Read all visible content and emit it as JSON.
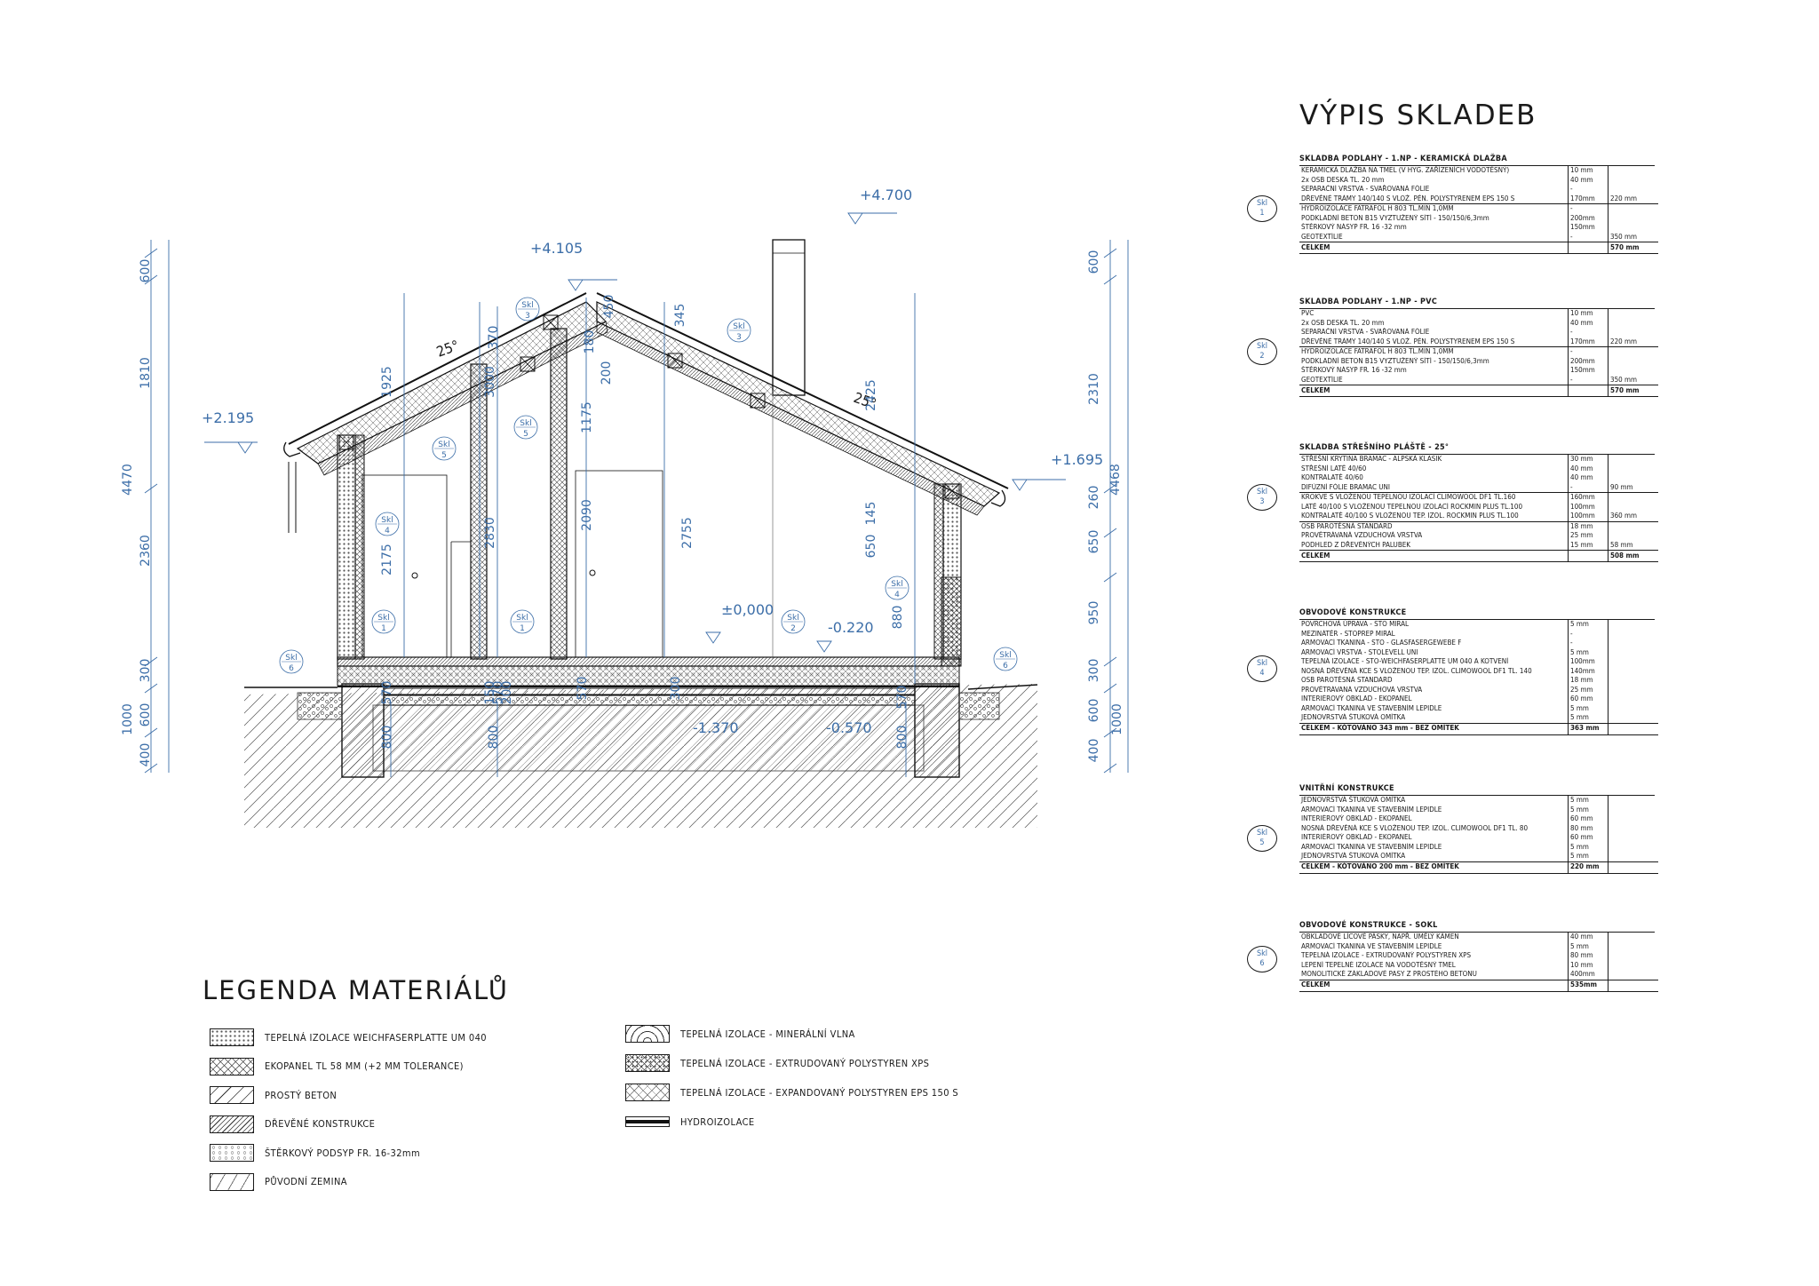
{
  "table": {
    "title": "VÝPIS SKLADEB",
    "sections": [
      {
        "id": "Skl 1",
        "badge": [
          "Skl",
          "1"
        ],
        "title": "SKLADBA PODLAHY - 1.NP - KERAMICKÁ DLAŽBA",
        "rows": [
          {
            "name": "KERAMICKÁ DLAŽBA NA TMEL (V HYG. ZAŘÍZENÍCH VODOTĚSNÝ)",
            "thk": "10 mm",
            "grp": ""
          },
          {
            "name": "2x OSB DESKA TL. 20 mm",
            "thk": "40 mm",
            "grp": ""
          },
          {
            "name": "SEPARAČNÍ VRSTVA - SVAŘOVANÁ FÓLIE",
            "thk": "-",
            "grp": ""
          },
          {
            "name": "DŘEVĚNÉ TRÁMY 140/140 S VLOŽ. PĚN. POLYSTYRENEM EPS 150 S",
            "thk": "170mm",
            "grp": "220 mm",
            "line": true
          },
          {
            "name": "HYDROIZOLACE FATRAFOL H 803  TL.MIN 1,0MM",
            "thk": "-",
            "grp": ""
          },
          {
            "name": "PODKLADNÍ BETON B15 VYZTUŽENÝ SÍTÍ - 150/150/6,3mm",
            "thk": "200mm",
            "grp": ""
          },
          {
            "name": "ŠTĚRKOVÝ NÁSYP FR. 16 -32 mm",
            "thk": "150mm",
            "grp": ""
          },
          {
            "name": "GEOTEXTÍLIE",
            "thk": "-",
            "grp": "350 mm"
          }
        ],
        "total_label": "CELKEM",
        "total": "570 mm"
      },
      {
        "id": "Skl 2",
        "badge": [
          "Skl",
          "2"
        ],
        "title": "SKLADBA PODLAHY - 1.NP - PVC",
        "rows": [
          {
            "name": "PVC",
            "thk": "10 mm",
            "grp": ""
          },
          {
            "name": "2x OSB DESKA TL. 20 mm",
            "thk": "40 mm",
            "grp": ""
          },
          {
            "name": "SEPARAČNÍ VRSTVA - SVAŘOVANÁ FÓLIE",
            "thk": "-",
            "grp": ""
          },
          {
            "name": "DŘEVĚNÉ TRÁMY 140/140 S VLOŽ. PĚN. POLYSTYRENEM EPS 150 S",
            "thk": "170mm",
            "grp": "220 mm",
            "line": true
          },
          {
            "name": "HYDROIZOLACE FATRAFOL H 803  TL.MIN 1,0MM",
            "thk": "-",
            "grp": ""
          },
          {
            "name": "PODKLADNÍ BETON B15 VYZTUŽENÝ SÍTÍ - 150/150/6,3mm",
            "thk": "200mm",
            "grp": ""
          },
          {
            "name": "ŠTĚRKOVÝ NÁSYP FR. 16 -32 mm",
            "thk": "150mm",
            "grp": ""
          },
          {
            "name": "GEOTEXTÍLIE",
            "thk": "-",
            "grp": "350 mm"
          }
        ],
        "total_label": "CELKEM",
        "total": "570 mm"
      },
      {
        "id": "Skl 3",
        "badge": [
          "Skl",
          "3"
        ],
        "title": "SKLADBA STŘEŠNÍHO PLÁŠTĚ - 25°",
        "rows": [
          {
            "name": "STŘEŠNÍ KRYTINA BRAMAC - ALPSKÁ KLASIK",
            "thk": "30 mm",
            "grp": ""
          },
          {
            "name": "STŘEŠNÍ LATĚ 40/60",
            "thk": "40 mm",
            "grp": ""
          },
          {
            "name": "KONTRALATĚ 40/60",
            "thk": "40 mm",
            "grp": ""
          },
          {
            "name": "DIFÚZNÍ FÓLIE BRAMAC UNI",
            "thk": "-",
            "grp": "90 mm",
            "line": true
          },
          {
            "name": "KROKVE S VLOŽENOU TEPELNOU IZOLACÍ CLIMOWOOL DF1 TL.160",
            "thk": "160mm",
            "grp": ""
          },
          {
            "name": "LATĚ 40/100 S VLOŽENOU TEPELNOU IZOLACÍ ROCKMIN PLUS TL.100",
            "thk": "100mm",
            "grp": ""
          },
          {
            "name": "KONTRALATĚ 40/100 S VLOŽENOU TEP. IZOL. ROCKMIN PLUS TL.100",
            "thk": "100mm",
            "grp": "360 mm",
            "line": true
          },
          {
            "name": "OSB PAROTĚSNÁ STANDARD",
            "thk": "18 mm",
            "grp": ""
          },
          {
            "name": "PROVĚTRÁVANÁ VZDUCHOVÁ VRSTVA",
            "thk": "25 mm",
            "grp": ""
          },
          {
            "name": "PODHLED Z DŘEVĚNÝCH PALUBEK",
            "thk": "15 mm",
            "grp": "58 mm"
          }
        ],
        "total_label": "CELKEM",
        "total": "508 mm"
      },
      {
        "id": "Skl 4",
        "badge": [
          "Skl",
          "4"
        ],
        "title": "OBVODOVÉ KONSTRUKCE",
        "rows": [
          {
            "name": "POVRCHOVÁ ÚPRAVA - STO MIRAL",
            "thk": "5  mm",
            "grp": ""
          },
          {
            "name": "MEZINÁTĚR - STOPREP MIRAL",
            "thk": "-",
            "grp": ""
          },
          {
            "name": "ARMOVACÍ TKANINA - STO - GLASFASERGEWEBE F",
            "thk": "-",
            "grp": ""
          },
          {
            "name": "ARMOVACÍ VRSTVA - STOLEVELL UNI",
            "thk": "5  mm",
            "grp": ""
          },
          {
            "name": "TEPELNÁ IZOLACE - STO-WEICHFASERPLATTE UM 040 A KOTVENÍ",
            "thk": "100mm",
            "grp": ""
          },
          {
            "name": "NOSNÁ DŘEVĚNÁ KCE S VLOŽENOU TEP. IZOL. CLIMOWOOL DF1 TL. 140",
            "thk": "140mm",
            "grp": ""
          },
          {
            "name": "OSB PAROTĚSNÁ STANDARD",
            "thk": "18 mm",
            "grp": ""
          },
          {
            "name": "PROVĚTRÁVANÁ VZDUCHOVÁ VRSTVA",
            "thk": "25 mm",
            "grp": ""
          },
          {
            "name": "INTERIÉROVÝ OBKLAD - EKOPANEL",
            "thk": "60 mm",
            "grp": ""
          },
          {
            "name": "ARMOVACÍ TKANINA VE STAVEBNÍM LEPIDLE",
            "thk": "5  mm",
            "grp": ""
          },
          {
            "name": "JEDNOVRSTVÁ ŠTUKOVÁ OMÍTKA",
            "thk": "5  mm",
            "grp": ""
          }
        ],
        "total_label": "CELKEM  - KÓTOVÁNO 343 mm - BEZ OMÍTEK",
        "total": "363 mm"
      },
      {
        "id": "Skl 5",
        "badge": [
          "Skl",
          "5"
        ],
        "title": "VNITŘNÍ KONSTRUKCE",
        "rows": [
          {
            "name": "JEDNOVRSTVÁ ŠTUKOVÁ OMÍTKA",
            "thk": "5  mm",
            "grp": ""
          },
          {
            "name": "ARMOVACÍ TKANINA VE STAVEBNÍM LEPIDLE",
            "thk": "5  mm",
            "grp": ""
          },
          {
            "name": "INTERIÉROVÝ OBKLAD - EKOPANEL",
            "thk": "60 mm",
            "grp": ""
          },
          {
            "name": "NOSNÁ DŘEVĚNÁ KCE S VLOŽENOU TEP. IZOL. CLIMOWOOL DF1 TL. 80",
            "thk": "80 mm",
            "grp": ""
          },
          {
            "name": "INTERIÉROVÝ OBKLAD - EKOPANEL",
            "thk": "60 mm",
            "grp": ""
          },
          {
            "name": "ARMOVACÍ TKANINA VE STAVEBNÍM LEPIDLE",
            "thk": "5  mm",
            "grp": ""
          },
          {
            "name": "JEDNOVRSTVÁ ŠTUKOVÁ OMÍTKA",
            "thk": "5  mm",
            "grp": ""
          }
        ],
        "total_label": "CELKEM  - KÓTOVÁNO 200 mm - BEZ OMÍTEK",
        "total": "220 mm"
      },
      {
        "id": "Skl 6",
        "badge": [
          "Skl",
          "6"
        ],
        "title": "OBVODOVÉ KONSTRUKCE - SOKL",
        "rows": [
          {
            "name": "OBKLADOVÉ LÍCOVÉ PÁSKY, NAPŘ. UMĚLÝ KÁMEN",
            "thk": "40 mm",
            "grp": ""
          },
          {
            "name": "ARMOVACÍ TKANINA VE STAVEBNÍM LEPIDLE",
            "thk": "5  mm",
            "grp": ""
          },
          {
            "name": "TEPELNÁ IZOLACE - EXTRUDOVANÝ POLYSTYREN XPS",
            "thk": "80 mm",
            "grp": ""
          },
          {
            "name": "LEPENÍ TEPELNÉ IZOLACE NA VODOTĚSNÝ TMEL",
            "thk": "10 mm",
            "grp": ""
          },
          {
            "name": "MONOLITICKÉ ZÁKLADOVÉ PASY Z PROSTÉHO BETONU",
            "thk": "400mm",
            "grp": ""
          }
        ],
        "total_label": "CELKEM",
        "total": "535mm"
      }
    ]
  },
  "legend": {
    "title": "LEGENDA MATERIÁLŮ",
    "items_left": [
      {
        "label": "TEPELNÁ IZOLACE WEICHFASERPLATTE UM 040",
        "pattern": "dots"
      },
      {
        "label": "EKOPANEL TL 58 MM (+2 MM TOLERANCE)",
        "pattern": "cross"
      },
      {
        "label": "PROSTÝ BETON",
        "pattern": "hatch-wide"
      },
      {
        "label": "DŘEVĚNÉ KONSTRUKCE",
        "pattern": "hatch-dense"
      },
      {
        "label": "ŠTĚRKOVÝ PODSYP FR. 16-32mm",
        "pattern": "gravel"
      },
      {
        "label": "PŮVODNÍ ZEMINA",
        "pattern": "hatch-earth"
      }
    ],
    "items_right": [
      {
        "label": "TEPELNÁ IZOLACE - MINERÁLNÍ VLNA",
        "pattern": "wool"
      },
      {
        "label": "TEPELNÁ IZOLACE - EXTRUDOVANÝ POLYSTYREN XPS",
        "pattern": "xps"
      },
      {
        "label": "TEPELNÁ IZOLACE - EXPANDOVANÝ POLYSTYREN  EPS 150 S",
        "pattern": "eps"
      },
      {
        "label": "HYDROIZOLACE",
        "pattern": "hydro"
      }
    ]
  },
  "drawing": {
    "levels": {
      "ridge": "+4.700",
      "inner": "+4.105",
      "eave_left": "+2.195",
      "eave_right": "+1.695",
      "floor": "±0,000",
      "terrace": "-0.220",
      "footing_left": "-1.370",
      "footing_right": "-0.570"
    },
    "slopes": [
      "25°",
      "25°"
    ],
    "left_outer_dims": [
      "600",
      "1810",
      "4470",
      "2360",
      "300",
      "600",
      "1000",
      "400"
    ],
    "right_outer_dims": [
      "600",
      "2310",
      "4468",
      "260",
      "650",
      "950",
      "300",
      "600",
      "1000",
      "400"
    ],
    "inner_dims": [
      "1925",
      "370",
      "2175",
      "2830",
      "3000",
      "1175",
      "2090",
      "200",
      "345",
      "450",
      "180",
      "2755",
      "2425",
      "145",
      "650",
      "880",
      "800",
      "800",
      "800",
      "570",
      "570",
      "570",
      "570",
      "150",
      "200",
      "300"
    ],
    "skl_tags": [
      {
        "t": "Skl",
        "n": "3"
      },
      {
        "t": "Skl",
        "n": "3"
      },
      {
        "t": "Skl",
        "n": "5"
      },
      {
        "t": "Skl",
        "n": "5"
      },
      {
        "t": "Skl",
        "n": "4"
      },
      {
        "t": "Skl",
        "n": "1"
      },
      {
        "t": "Skl",
        "n": "1"
      },
      {
        "t": "Skl",
        "n": "2"
      },
      {
        "t": "Skl",
        "n": "4"
      },
      {
        "t": "Skl",
        "n": "6"
      },
      {
        "t": "Skl",
        "n": "6"
      }
    ]
  }
}
